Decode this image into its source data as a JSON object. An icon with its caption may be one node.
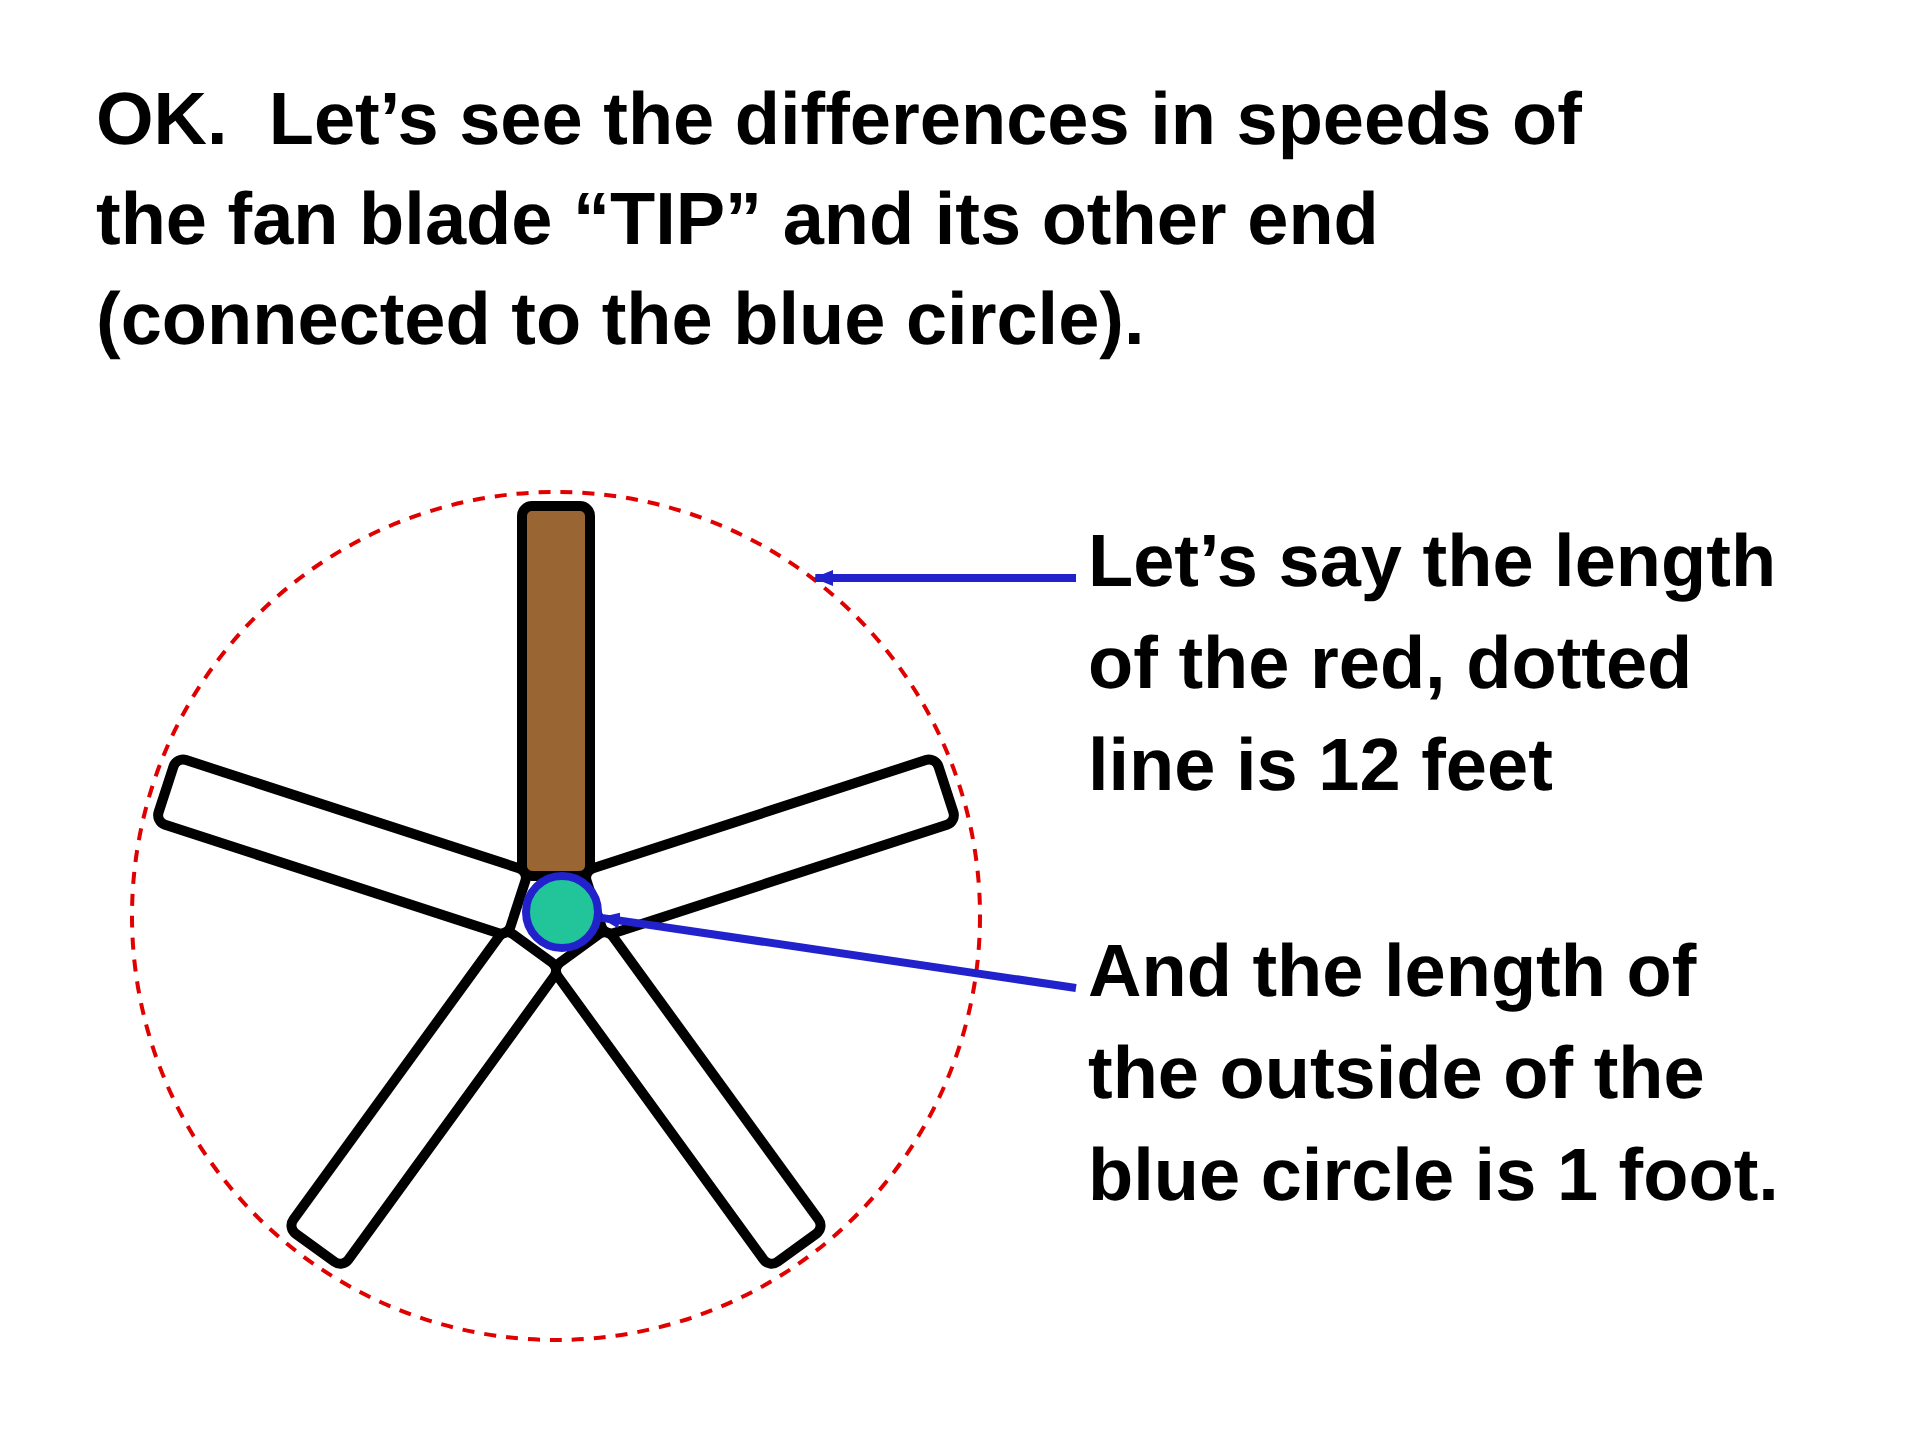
{
  "diagram": {
    "title": "OK.  Let’s see the differences in speeds of the fan blade “TIP” and its other end (connected to the blue circle).",
    "nodes": [
      {
        "text": [
          "Let’s say the length of the red, dotted line is 12 feet"
        ]
      },
      {
        "text": [],
        "shape": "circle"
      },
      {
        "text": [
          "And the length of the outside of the blue circle is 1 foot."
        ]
      },
      {
        "text": [],
        "shape": "circle",
        "in": 1
      }
    ],
    "edges": [
      {
        "from": 0,
        "to": 1,
        "arrow": "to"
      },
      {
        "from": 2,
        "to": 3,
        "arrow": "to"
      }
    ]
  }
}
